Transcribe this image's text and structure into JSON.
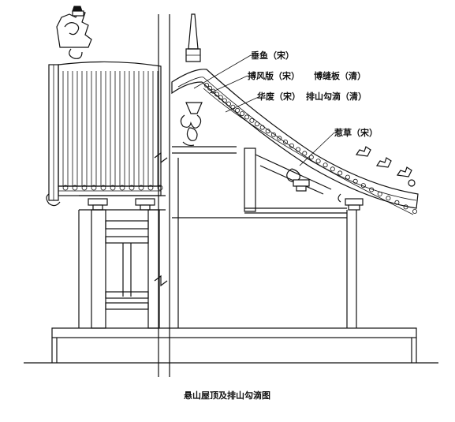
{
  "labels": {
    "chuiyu": "垂鱼（宋）",
    "bofengban": "搏风版（宋）",
    "bofengban_qing": "博缝板（清）",
    "huafei": "华废（宋）",
    "paishan": "排山勾滴（清）",
    "recao": "惹草（宋）"
  },
  "caption": "悬山屋顶及排山勾滴图",
  "colors": {
    "ink": "#111111",
    "paper": "#ffffff"
  }
}
